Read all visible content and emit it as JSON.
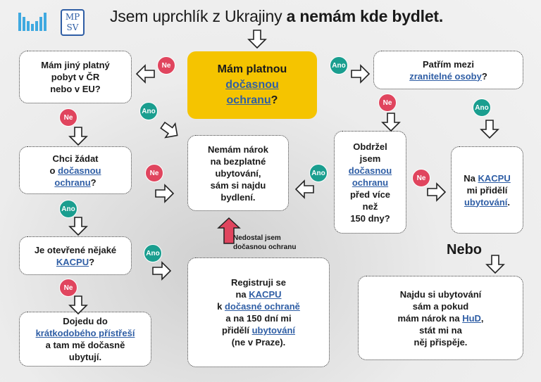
{
  "logos": {
    "mpsv": "MP SV"
  },
  "title": {
    "regular": "Jsem uprchlík z Ukrajiny ",
    "bold": "a nemám kde bydlet."
  },
  "colors": {
    "yes": "#1a9e8f",
    "no": "#e0455e",
    "main": "#f5c400",
    "link": "#2f5ea5"
  },
  "badges": {
    "yes": "Ano",
    "no": "Ne"
  },
  "nebo": "Nebo",
  "note": [
    "Nedostal jsem",
    "dočasnou ochranu"
  ],
  "boxes": [
    {
      "id": "other-residence",
      "lines": [
        [
          {
            "t": "Mám jiný platný"
          }
        ],
        [
          {
            "t": "pobyt v ČR"
          }
        ],
        [
          {
            "t": "nebo v EU?"
          }
        ]
      ]
    },
    {
      "id": "temporary-protection",
      "lines": [
        [
          {
            "t": "Mám platnou"
          }
        ],
        [
          {
            "t": "dočasnou",
            "link": true
          }
        ],
        [
          {
            "t": "ochranu",
            "link": true
          },
          {
            "t": "?"
          }
        ]
      ]
    },
    {
      "id": "vulnerable",
      "lines": [
        [
          {
            "t": "Patřím mezi"
          }
        ],
        [
          {
            "t": "zranitelné osoby",
            "link": true
          },
          {
            "t": "?"
          }
        ]
      ]
    },
    {
      "id": "apply-protection",
      "lines": [
        [
          {
            "t": "Chci žádat"
          }
        ],
        [
          {
            "t": "o "
          },
          {
            "t": "dočasnou",
            "link": true
          }
        ],
        [
          {
            "t": "ochranu",
            "link": true
          },
          {
            "t": "?"
          }
        ]
      ]
    },
    {
      "id": "no-entitlement",
      "lines": [
        [
          {
            "t": "Nemám nárok"
          }
        ],
        [
          {
            "t": "na bezplatné"
          }
        ],
        [
          {
            "t": "ubytování,"
          }
        ],
        [
          {
            "t": "sám si najdu"
          }
        ],
        [
          {
            "t": "bydlení."
          }
        ]
      ]
    },
    {
      "id": "over-150-days",
      "lines": [
        [
          {
            "t": "Obdržel"
          }
        ],
        [
          {
            "t": "jsem"
          }
        ],
        [
          {
            "t": "dočasnou",
            "link": true
          }
        ],
        [
          {
            "t": "ochranu",
            "link": true
          }
        ],
        [
          {
            "t": "před více"
          }
        ],
        [
          {
            "t": "než"
          }
        ],
        [
          {
            "t": "150 dny?"
          }
        ]
      ]
    },
    {
      "id": "kacpu-assigns",
      "lines": [
        [
          {
            "t": "Na "
          },
          {
            "t": "KACPU",
            "link": true
          }
        ],
        [
          {
            "t": "mi přidělí"
          }
        ],
        [
          {
            "t": "ubytování",
            "link": true
          },
          {
            "t": "."
          }
        ]
      ]
    },
    {
      "id": "kacpu-open",
      "lines": [
        [
          {
            "t": "Je otevřené nějaké"
          }
        ],
        [
          {
            "t": "KACPU",
            "link": true
          },
          {
            "t": "?"
          }
        ]
      ]
    },
    {
      "id": "register",
      "lines": [
        [
          {
            "t": "Registruji se"
          }
        ],
        [
          {
            "t": "na "
          },
          {
            "t": "KACPU",
            "link": true
          }
        ],
        [
          {
            "t": "k "
          },
          {
            "t": "dočasné ochraně",
            "link": true
          }
        ],
        [
          {
            "t": "a na 150 dní mi"
          }
        ],
        [
          {
            "t": "přidělí "
          },
          {
            "t": "ubytování",
            "link": true
          }
        ],
        [
          {
            "t": "(ne v Praze)."
          }
        ]
      ]
    },
    {
      "id": "shelter",
      "lines": [
        [
          {
            "t": "Dojedu do"
          }
        ],
        [
          {
            "t": "krátkodobého přístřeší",
            "link": true
          }
        ],
        [
          {
            "t": "a tam mě dočasně"
          }
        ],
        [
          {
            "t": "ubytují."
          }
        ]
      ]
    },
    {
      "id": "find-myself",
      "lines": [
        [
          {
            "t": "Najdu si ubytování"
          }
        ],
        [
          {
            "t": "sám a pokud"
          }
        ],
        [
          {
            "t": "mám nárok na "
          },
          {
            "t": "HuD",
            "link": true
          },
          {
            "t": ","
          }
        ],
        [
          {
            "t": "stát mi na"
          }
        ],
        [
          {
            "t": "něj přispěje."
          }
        ]
      ]
    }
  ]
}
